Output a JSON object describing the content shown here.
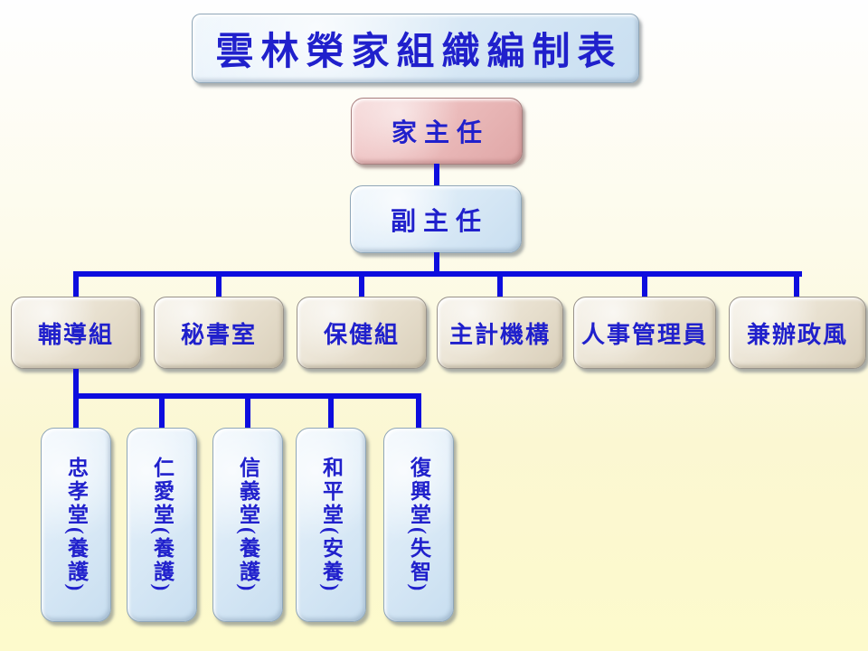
{
  "slide_title": "雲林榮家組織編制表",
  "nodes": {
    "director": "家主任",
    "deputy": "副主任"
  },
  "departments": [
    "輔導組",
    "秘書室",
    "保健組",
    "主計機構",
    "人事管理員",
    "兼辦政風"
  ],
  "halls": [
    "忠孝堂(養護)",
    "仁愛堂(養護)",
    "信義堂(養護)",
    "和平堂(安養)",
    "復興堂(失智)"
  ],
  "colors": {
    "connector_blue": "#0D0DDE",
    "text_blue": "#2020CC",
    "title_box_fill": "#DCEBF7",
    "director_box_fill": "#EBBBBB",
    "department_box_fill": "#E7DFCE",
    "hall_box_fill": "#DCEBF7",
    "background_top": "#FEFEFF",
    "background_bottom": "#FDFACC"
  }
}
